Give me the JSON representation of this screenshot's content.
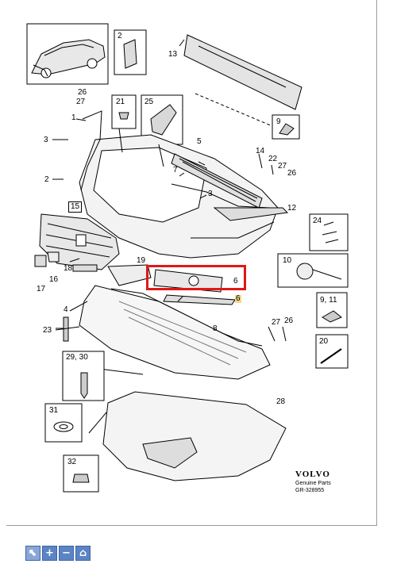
{
  "diagram": {
    "part_numbers": {
      "n2_box": "2",
      "n13": "13",
      "n26a": "26",
      "n27a": "27",
      "n21": "21",
      "n25": "25",
      "n9": "9",
      "n1": "1",
      "n3a": "3",
      "n5": "5",
      "n14": "14",
      "n22": "22",
      "n27b": "27",
      "n26b": "26",
      "n2": "2",
      "n7": "7",
      "n3b": "3",
      "n12": "12",
      "n15": "15",
      "n24": "24",
      "n16": "16",
      "n17": "17",
      "n18": "18",
      "n19": "19",
      "n10": "10",
      "n6a": "6",
      "n6b": "6",
      "n4": "4",
      "n9_11": "9, 11",
      "n23": "23",
      "n8": "8",
      "n27c": "27",
      "n26c": "26",
      "n20": "20",
      "n29_30": "29, 30",
      "n28": "28",
      "n31": "31",
      "n32": "32"
    },
    "brand": {
      "name": "VOLVO",
      "subtitle": "Genuine Parts",
      "code": "GR-328955"
    },
    "highlight_color": "#e01818"
  },
  "toolbar": {
    "buttons": [
      {
        "icon": "select-icon",
        "symbol": "⬉"
      },
      {
        "icon": "zoom-in-icon",
        "symbol": "+"
      },
      {
        "icon": "zoom-out-icon",
        "symbol": "−"
      },
      {
        "icon": "home-icon",
        "symbol": "⌂"
      }
    ]
  }
}
